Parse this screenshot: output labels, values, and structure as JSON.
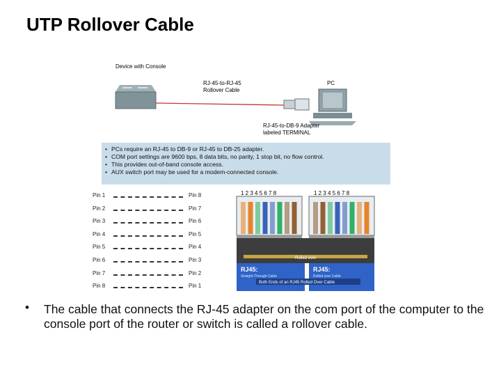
{
  "slide": {
    "title": "UTP Rollover Cable",
    "body": "The cable that connects the RJ-45 adapter on the com port of the computer to the console port of the router or switch is called a rollover cable."
  },
  "figure": {
    "device_label": "Device with Console",
    "cable_label_1": "RJ-45-to-RJ-45",
    "cable_label_2": "Rollover Cable",
    "pc_label": "PC",
    "adapter_label_1": "RJ-45-to-DB-9 Adapter",
    "adapter_label_2": "labeled TERMINAL",
    "notes": [
      "PCs require an RJ-45 to DB-9 or RJ-45 to DB-25 adapter.",
      "COM port settings are 9600 bps, 8 data bits, no parity, 1 stop bit, no flow control.",
      "This provides out-of-band console access.",
      "AUX switch port may be used for a modem-connected console."
    ],
    "pins": [
      {
        "left": "Pin 1",
        "right": "Pin 8"
      },
      {
        "left": "Pin 2",
        "right": "Pin 7"
      },
      {
        "left": "Pin 3",
        "right": "Pin 6"
      },
      {
        "left": "Pin 4",
        "right": "Pin 5"
      },
      {
        "left": "Pin 5",
        "right": "Pin 4"
      },
      {
        "left": "Pin 6",
        "right": "Pin 3"
      },
      {
        "left": "Pin 7",
        "right": "Pin 2"
      },
      {
        "left": "Pin 8",
        "right": "Pin 1"
      }
    ],
    "connector_numbers": "1 2 3 4 5 6 7 8",
    "rolled_label": "Rolled over",
    "rj45_left_title": "RJ45:",
    "rj45_left_sub": "Straight-Through Cable",
    "rj45_right_title": "RJ45:",
    "rj45_right_sub": "Rolled over Cable",
    "rj45_caption": "Both Ends of an RJ45 Rolled Over Cable"
  },
  "colors": {
    "note_box": "#c9dce9",
    "cable_red": "#c0392b",
    "wire_orange": "#e67e22",
    "wire_green": "#27ae60",
    "wire_blue": "#2e5cb8",
    "wire_brown": "#8b5a2b"
  }
}
